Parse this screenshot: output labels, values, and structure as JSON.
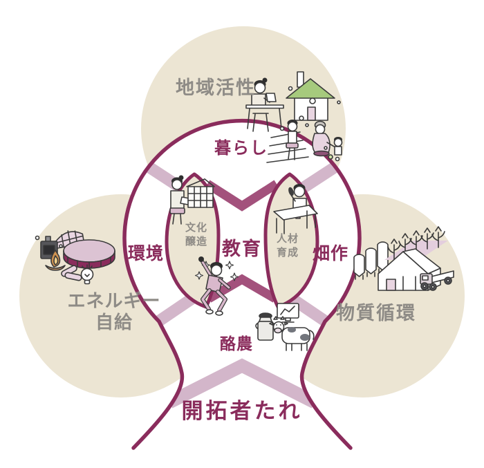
{
  "palette": {
    "background": "#ffffff",
    "beige": "#ece5d3",
    "maroon_outline": "#8a2c5c",
    "plum_chevron": "#a3517c",
    "mauve_band": "#d3b6ca",
    "text_gray": "#8e8b86",
    "illustration_ink": "#3a3a3a",
    "accent_pink": "#e3cedd",
    "roof_green": "#a6ca7d"
  },
  "outer_regions": [
    {
      "id": "community-activation",
      "label": "地域活性"
    },
    {
      "id": "energy-self-sufficiency",
      "label_line1": "エネルギー",
      "label_line2": "自給"
    },
    {
      "id": "material-circulation",
      "label": "物質循環"
    }
  ],
  "inner_regions": {
    "top": "暮らし",
    "left": "環境",
    "right": "畑作",
    "bottom": "酪農",
    "center": "教育"
  },
  "leaves": {
    "left": {
      "line1": "文化",
      "line2": "醸造"
    },
    "right": {
      "line1": "人材",
      "line2": "育成"
    }
  },
  "slogan": "開拓者たれ",
  "icons": [
    "laptop-woman-icon",
    "house-icon",
    "steps-person-icon",
    "grandparent-child-icon",
    "greenhouse-icon",
    "stove-icon",
    "bonfire-icon",
    "biogas-tank-icon",
    "firewood-icon",
    "light-bulb-icon",
    "reading-woman-icon",
    "timber-frame-icon",
    "jumping-person-icon",
    "craft-person-icon",
    "silos-icon",
    "corn-field-icon",
    "barn-icon",
    "truck-icon",
    "milk-can-icon",
    "monitor-graph-icon",
    "cow-icon"
  ]
}
